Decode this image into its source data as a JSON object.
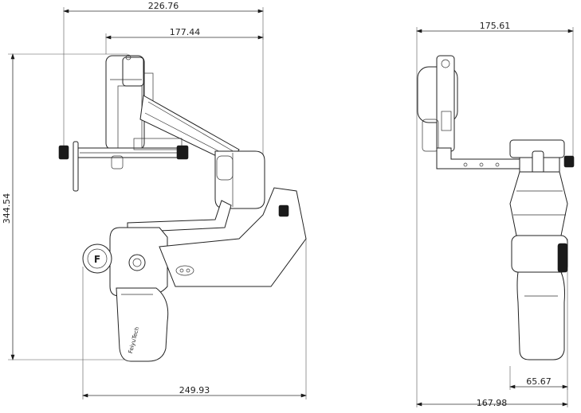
{
  "side_view": {
    "dimensions": {
      "top_width": "226.76",
      "arm_width": "177.44",
      "height": "344.54",
      "base_width": "249.93"
    },
    "brand_logo_text": "FeiyuTech"
  },
  "rear_view": {
    "dimensions": {
      "top_width": "175.61",
      "handle_width": "65.67",
      "base_width": "167.98"
    }
  }
}
